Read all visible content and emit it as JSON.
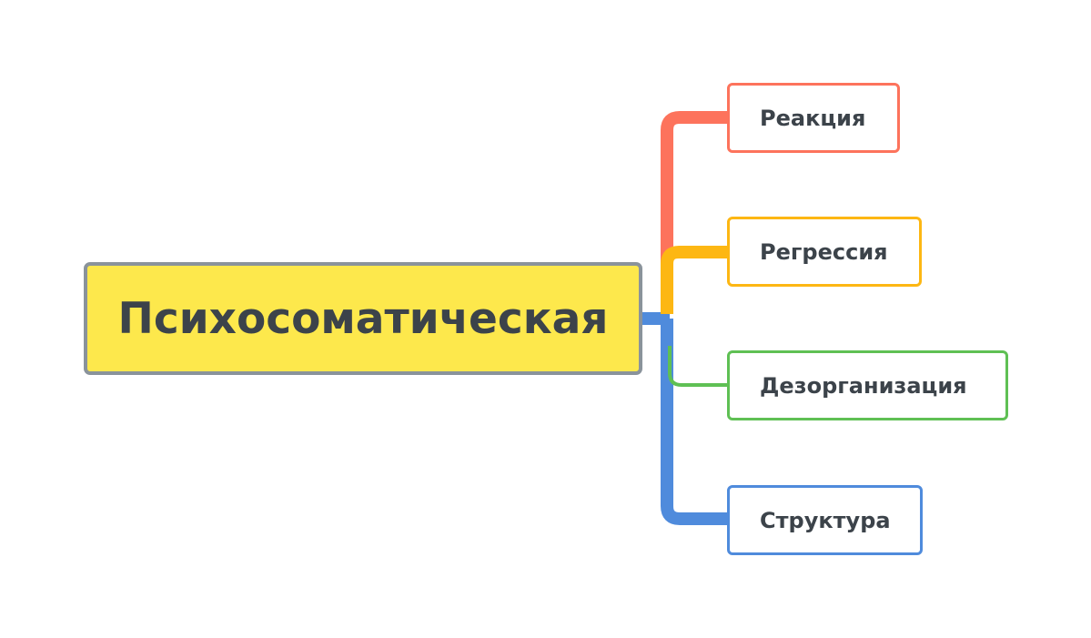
{
  "mindmap": {
    "root": {
      "label": "Психосоматическая",
      "fill": "#fde84c",
      "border": "#8a939b"
    },
    "children": [
      {
        "label": "Реакция",
        "color": "#fd735c"
      },
      {
        "label": "Регрессия",
        "color": "#fdb713"
      },
      {
        "label": "Дезорганизация",
        "color": "#5fc054"
      },
      {
        "label": "Структура",
        "color": "#4f8bdc"
      }
    ]
  }
}
